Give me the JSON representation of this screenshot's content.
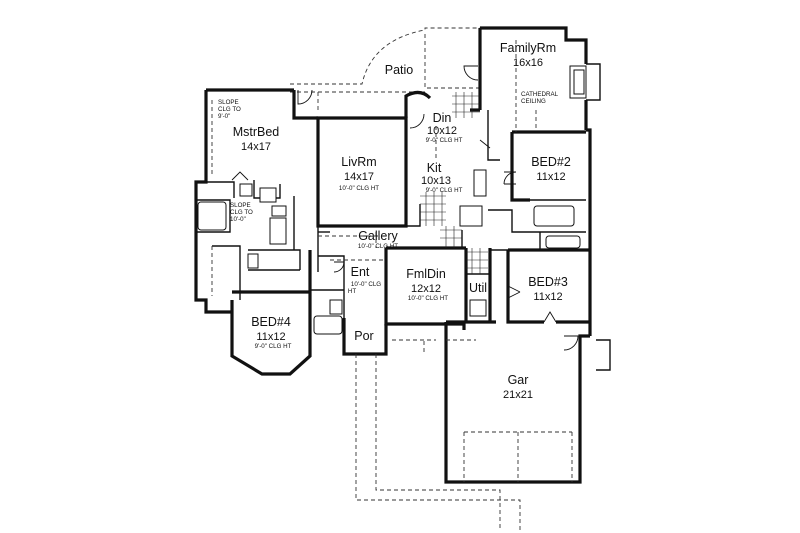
{
  "rooms": {
    "family": {
      "name": "FamilyRm",
      "dims": "16x16"
    },
    "cathedral": {
      "line1": "CATHEDRAL",
      "line2": "CEILING"
    },
    "patio": {
      "name": "Patio"
    },
    "master": {
      "name": "MstrBed",
      "dims": "14x17"
    },
    "master_slope": {
      "line1": "SLOPE",
      "line2": "CLG TO",
      "line3": "9'-0\""
    },
    "bath_slope": {
      "line1": "SLOPE",
      "line2": "CLG TO",
      "line3": "10'-0\""
    },
    "dining": {
      "name": "Din",
      "dims": "10x12",
      "ceiling": "9'-0\" CLG HT"
    },
    "living": {
      "name": "LivRm",
      "dims": "14x17",
      "ceiling": "10'-0\" CLG HT"
    },
    "kitchen": {
      "name": "Kit",
      "dims": "10x13",
      "ceiling": "9'-0\" CLG HT"
    },
    "bed2": {
      "name": "BED#2",
      "dims": "11x12"
    },
    "gallery": {
      "name": "Gallery",
      "ceiling": "10'-0\" CLG HT"
    },
    "entry": {
      "name": "Ent",
      "line1": "10'-0\" CLG",
      "line2": "HT"
    },
    "family_dining": {
      "name": "FmlDin",
      "dims": "12x12",
      "ceiling": "10'-0\" CLG HT"
    },
    "utility": {
      "name": "Util"
    },
    "bed3": {
      "name": "BED#3",
      "dims": "11x12"
    },
    "bed4": {
      "name": "BED#4",
      "dims": "11x12",
      "ceiling": "9'-0\" CLG HT"
    },
    "porch": {
      "name": "Por"
    },
    "garage": {
      "name": "Gar",
      "dims": "21x21"
    }
  }
}
